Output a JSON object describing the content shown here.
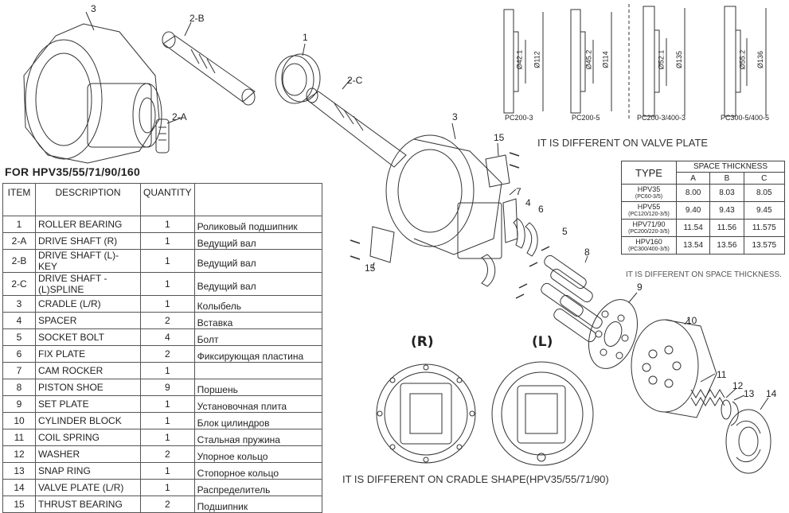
{
  "parts_table": {
    "title": "FOR HPV35/55/71/90/160",
    "headers": [
      "ITEM",
      "DESCRIPTION",
      "QUANTITY",
      ""
    ],
    "rows": [
      {
        "item": "1",
        "desc": "ROLLER BEARING",
        "qty": "1",
        "ru": "Роликовый подшипник"
      },
      {
        "item": "2-A",
        "desc": "DRIVE SHAFT (R)",
        "qty": "1",
        "ru": "Ведущий вал"
      },
      {
        "item": "2-B",
        "desc": "DRIVE SHAFT (L)-KEY",
        "qty": "1",
        "ru": "Ведущий вал"
      },
      {
        "item": "2-C",
        "desc": "DRIVE SHAFT -(L)SPLINE",
        "qty": "1",
        "ru": "Ведущий вал"
      },
      {
        "item": "3",
        "desc": "CRADLE (L/R)",
        "qty": "1",
        "ru": "Колыбель"
      },
      {
        "item": "4",
        "desc": "SPACER",
        "qty": "2",
        "ru": "Вставка"
      },
      {
        "item": "5",
        "desc": "SOCKET BOLT",
        "qty": "4",
        "ru": "Болт"
      },
      {
        "item": "6",
        "desc": "FIX PLATE",
        "qty": "2",
        "ru": "Фиксирующая пластина"
      },
      {
        "item": "7",
        "desc": "CAM ROCKER",
        "qty": "1",
        "ru": ""
      },
      {
        "item": "8",
        "desc": "PISTON SHOE",
        "qty": "9",
        "ru": "Поршень"
      },
      {
        "item": "9",
        "desc": "SET PLATE",
        "qty": "1",
        "ru": "Установочная плита"
      },
      {
        "item": "10",
        "desc": "CYLINDER BLOCK",
        "qty": "1",
        "ru": "Блок цилиндров"
      },
      {
        "item": "11",
        "desc": "COIL SPRING",
        "qty": "1",
        "ru": "Стальная пружина"
      },
      {
        "item": "12",
        "desc": "WASHER",
        "qty": "2",
        "ru": "Упорное кольцо"
      },
      {
        "item": "13",
        "desc": "SNAP RING",
        "qty": "1",
        "ru": "Стопорное кольцо"
      },
      {
        "item": "14",
        "desc": "VALVE PLATE (L/R)",
        "qty": "1",
        "ru": "Распределитель"
      },
      {
        "item": "15",
        "desc": "THRUST BEARING",
        "qty": "2",
        "ru": "Подшипник"
      }
    ]
  },
  "valve_plates": {
    "items": [
      {
        "name": "PC200-3",
        "inner": "Ø42.1",
        "outer": "Ø112"
      },
      {
        "name": "PC200-5",
        "inner": "Ø45.2",
        "outer": "Ø114"
      },
      {
        "name": "PC200-3/400-3",
        "inner": "Ø52.1",
        "outer": "Ø135"
      },
      {
        "name": "PC300-5/400-5",
        "inner": "Ø55.2",
        "outer": "Ø136"
      }
    ],
    "note": "IT IS DIFFERENT ON VALVE PLATE"
  },
  "thickness_table": {
    "type_label": "TYPE",
    "header": "SPACE THICKNESS",
    "cols": [
      "A",
      "B",
      "C"
    ],
    "rows": [
      {
        "model": "HPV35",
        "sub": "(PC60-3/5)",
        "a": "8.00",
        "b": "8.03",
        "c": "8.05"
      },
      {
        "model": "HPV55",
        "sub": "(PC120/120-3/5)",
        "a": "9.40",
        "b": "9.43",
        "c": "9.45"
      },
      {
        "model": "HPV71/90",
        "sub": "(PC200/220-3/5)",
        "a": "11.54",
        "b": "11.56",
        "c": "11.575"
      },
      {
        "model": "HPV160",
        "sub": "(PC300/400-3/5)",
        "a": "13.54",
        "b": "13.56",
        "c": "13.575"
      }
    ],
    "note": "IT IS DIFFERENT ON SPACE THICKNESS."
  },
  "cradle": {
    "left_label": "(R)",
    "right_label": "(L)",
    "note": "IT IS DIFFERENT ON CRADLE SHAPE(HPV35/55/71/90)"
  },
  "callouts": {
    "c1": "1",
    "c2a": "2-A",
    "c2b": "2-B",
    "c2c": "2-C",
    "c3a": "3",
    "c3b": "3",
    "c4": "4",
    "c5": "5",
    "c6": "6",
    "c7": "7",
    "c8": "8",
    "c9": "9",
    "c10": "10",
    "c11": "11",
    "c12": "12",
    "c13": "13",
    "c14": "14",
    "c15a": "15",
    "c15b": "15"
  }
}
